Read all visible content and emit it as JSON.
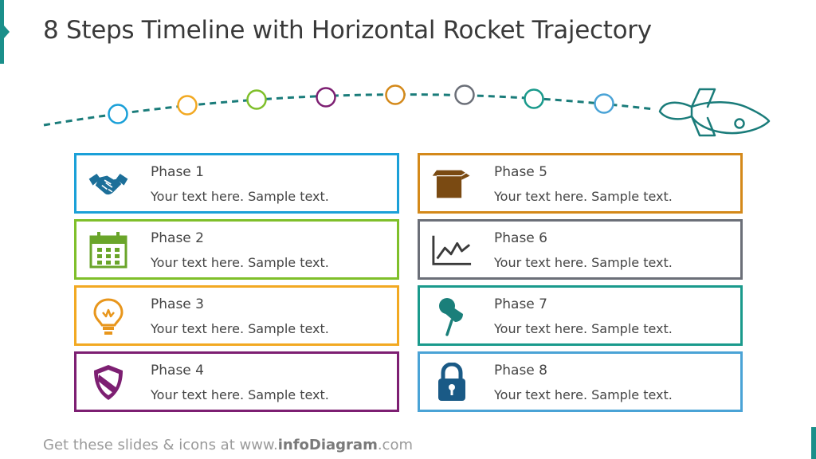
{
  "title": "8 Steps Timeline with Horizontal Rocket Trajectory",
  "footer": {
    "prefix": "Get these slides & icons at www.",
    "brand": "infoDiagram",
    "suffix": ".com"
  },
  "colors": {
    "accent": "#1a8f8a",
    "trajectory": "#1a7c7a",
    "rocket": "#1a7c7a",
    "phase1": "#1aa0d8",
    "phase2": "#7fbf2a",
    "phase3": "#f2a922",
    "phase4": "#7d1f72",
    "phase5": "#d4891a",
    "phase6": "#6b6f78",
    "phase7": "#1a9a8c",
    "phase8": "#4aa3d6"
  },
  "phases": [
    {
      "label": "Phase 1",
      "text": "Your text here. Sample text.",
      "icon": "handshake-icon",
      "color": "#1aa0d8"
    },
    {
      "label": "Phase 2",
      "text": "Your text here. Sample text.",
      "icon": "calendar-icon",
      "color": "#7fbf2a"
    },
    {
      "label": "Phase 3",
      "text": "Your text here. Sample text.",
      "icon": "lightbulb-icon",
      "color": "#f2a922"
    },
    {
      "label": "Phase 4",
      "text": "Your text here. Sample text.",
      "icon": "shield-icon",
      "color": "#7d1f72"
    },
    {
      "label": "Phase 5",
      "text": "Your text here. Sample text.",
      "icon": "box-icon",
      "color": "#d4891a"
    },
    {
      "label": "Phase 6",
      "text": "Your text here. Sample text.",
      "icon": "line-chart-icon",
      "color": "#6b6f78"
    },
    {
      "label": "Phase 7",
      "text": "Your text here. Sample text.",
      "icon": "pushpin-icon",
      "color": "#1a9a8c"
    },
    {
      "label": "Phase 8",
      "text": "Your text here. Sample text.",
      "icon": "padlock-icon",
      "color": "#4aa3d6"
    }
  ]
}
